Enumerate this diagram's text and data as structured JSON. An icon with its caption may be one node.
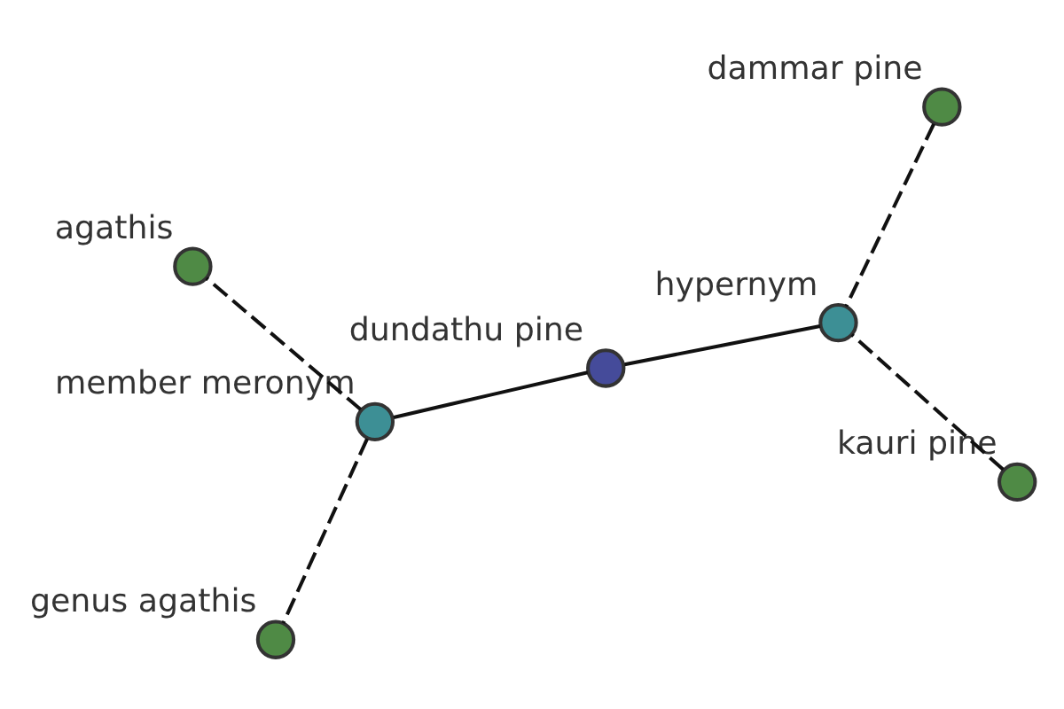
{
  "diagram": {
    "nodes": [
      {
        "text": [
          "dundathu pine"
        ]
      },
      {
        "text": [
          "hypernym"
        ]
      },
      {
        "text": [
          "kauri pine"
        ]
      },
      {
        "text": [
          "dammar pine"
        ]
      },
      {
        "text": [
          "member meronym"
        ]
      },
      {
        "text": [
          "agathis"
        ]
      },
      {
        "text": [
          "genus agathis"
        ]
      }
    ],
    "edges": [
      {
        "from": 1,
        "to": 0,
        "arrow": "none"
      },
      {
        "from": 2,
        "to": 1,
        "arrow": "none",
        "style": "dashed"
      },
      {
        "from": 3,
        "to": 1,
        "arrow": "none",
        "style": "dashed"
      },
      {
        "from": 0,
        "to": 4,
        "arrow": "none"
      },
      {
        "from": 4,
        "to": 5,
        "arrow": "none",
        "style": "dashed"
      },
      {
        "from": 4,
        "to": 6,
        "arrow": "none",
        "style": "dashed"
      }
    ]
  }
}
